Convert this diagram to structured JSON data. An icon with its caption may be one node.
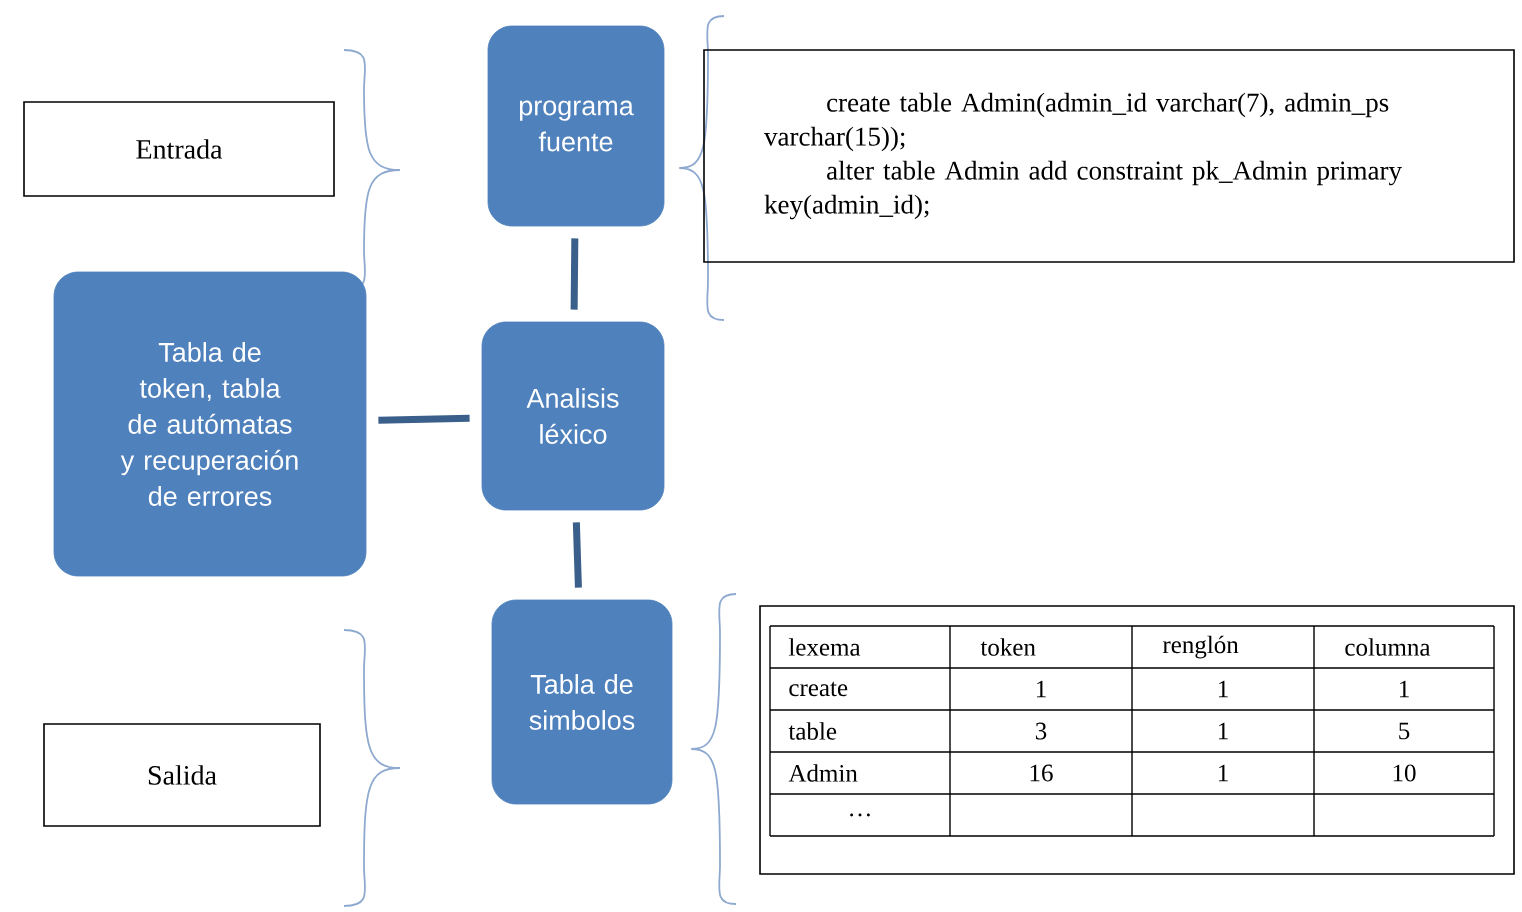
{
  "diagram": {
    "nodes": [
      {
        "text": [
          "Entrada"
        ]
      },
      {
        "text": [
          "programa fuente"
        ]
      },
      {
        "text": [
          "create table Admin(admin_id varchar(7), admin_ps varchar(15));",
          "alter table Admin add constraint pk_Admin primary key(admin_id);"
        ]
      },
      {
        "text": [
          "Tabla de token, tabla de autómatas y recuperación de errores"
        ]
      },
      {
        "text": [
          "Analisis léxico"
        ]
      },
      {
        "text": [
          "Salida"
        ]
      },
      {
        "text": [
          "Tabla de simbolos"
        ]
      },
      {
        "text": [],
        "shape": "box"
      }
    ],
    "edges": [
      {
        "from": 1,
        "to": 4,
        "arrow": "none"
      },
      {
        "from": 3,
        "to": 4,
        "arrow": "none"
      },
      {
        "from": 4,
        "to": 6,
        "arrow": "none"
      }
    ],
    "labels": [
      "lexema",
      "token",
      "renglón",
      "columna",
      "create",
      "1",
      "1",
      "1",
      "table",
      "3",
      "1",
      "5",
      "Admin",
      "16",
      "1",
      "10",
      "…"
    ]
  }
}
